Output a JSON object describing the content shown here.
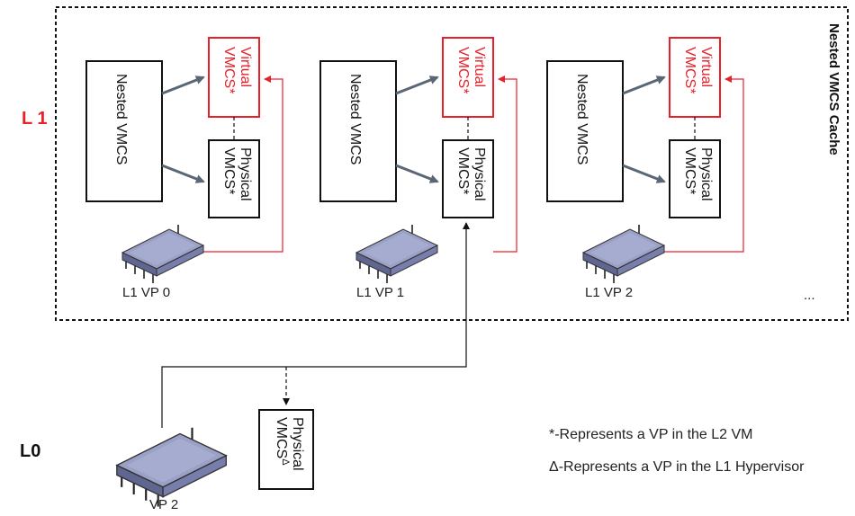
{
  "colors": {
    "accent_red": "#e8202a",
    "gray_arrow": "#5a6675",
    "chip_body": "#8e95bd",
    "black": "#111111"
  },
  "labels": {
    "level_l1": "L 1",
    "level_l0": "L0",
    "cache_title": "Nested VMCS Cache",
    "ellipsis": "..."
  },
  "groups": [
    {
      "nested": "Nested VMCS",
      "virtual_line1": "Virtual",
      "virtual_line2": "VMCS*",
      "physical_line1": "Physical",
      "physical_line2": "VMCS*",
      "vp_label": "L1 VP 0"
    },
    {
      "nested": "Nested VMCS",
      "virtual_line1": "Virtual",
      "virtual_line2": "VMCS*",
      "physical_line1": "Physical",
      "physical_line2": "VMCS*",
      "vp_label": "L1 VP 1"
    },
    {
      "nested": "Nested VMCS",
      "virtual_line1": "Virtual",
      "virtual_line2": "VMCS*",
      "physical_line1": "Physical",
      "physical_line2": "VMCS*",
      "vp_label": "L1 VP 2"
    }
  ],
  "l0": {
    "physical_line1": "Physical",
    "physical_line2": "VMCS",
    "physical_sup": "Δ",
    "vp_label": "VP 2"
  },
  "legend": {
    "line1": "*-Represents a VP in the L2 VM",
    "line2": "Δ-Represents a VP in the L1 Hypervisor"
  },
  "icons": {
    "chip": "cpu-chip-icon"
  }
}
